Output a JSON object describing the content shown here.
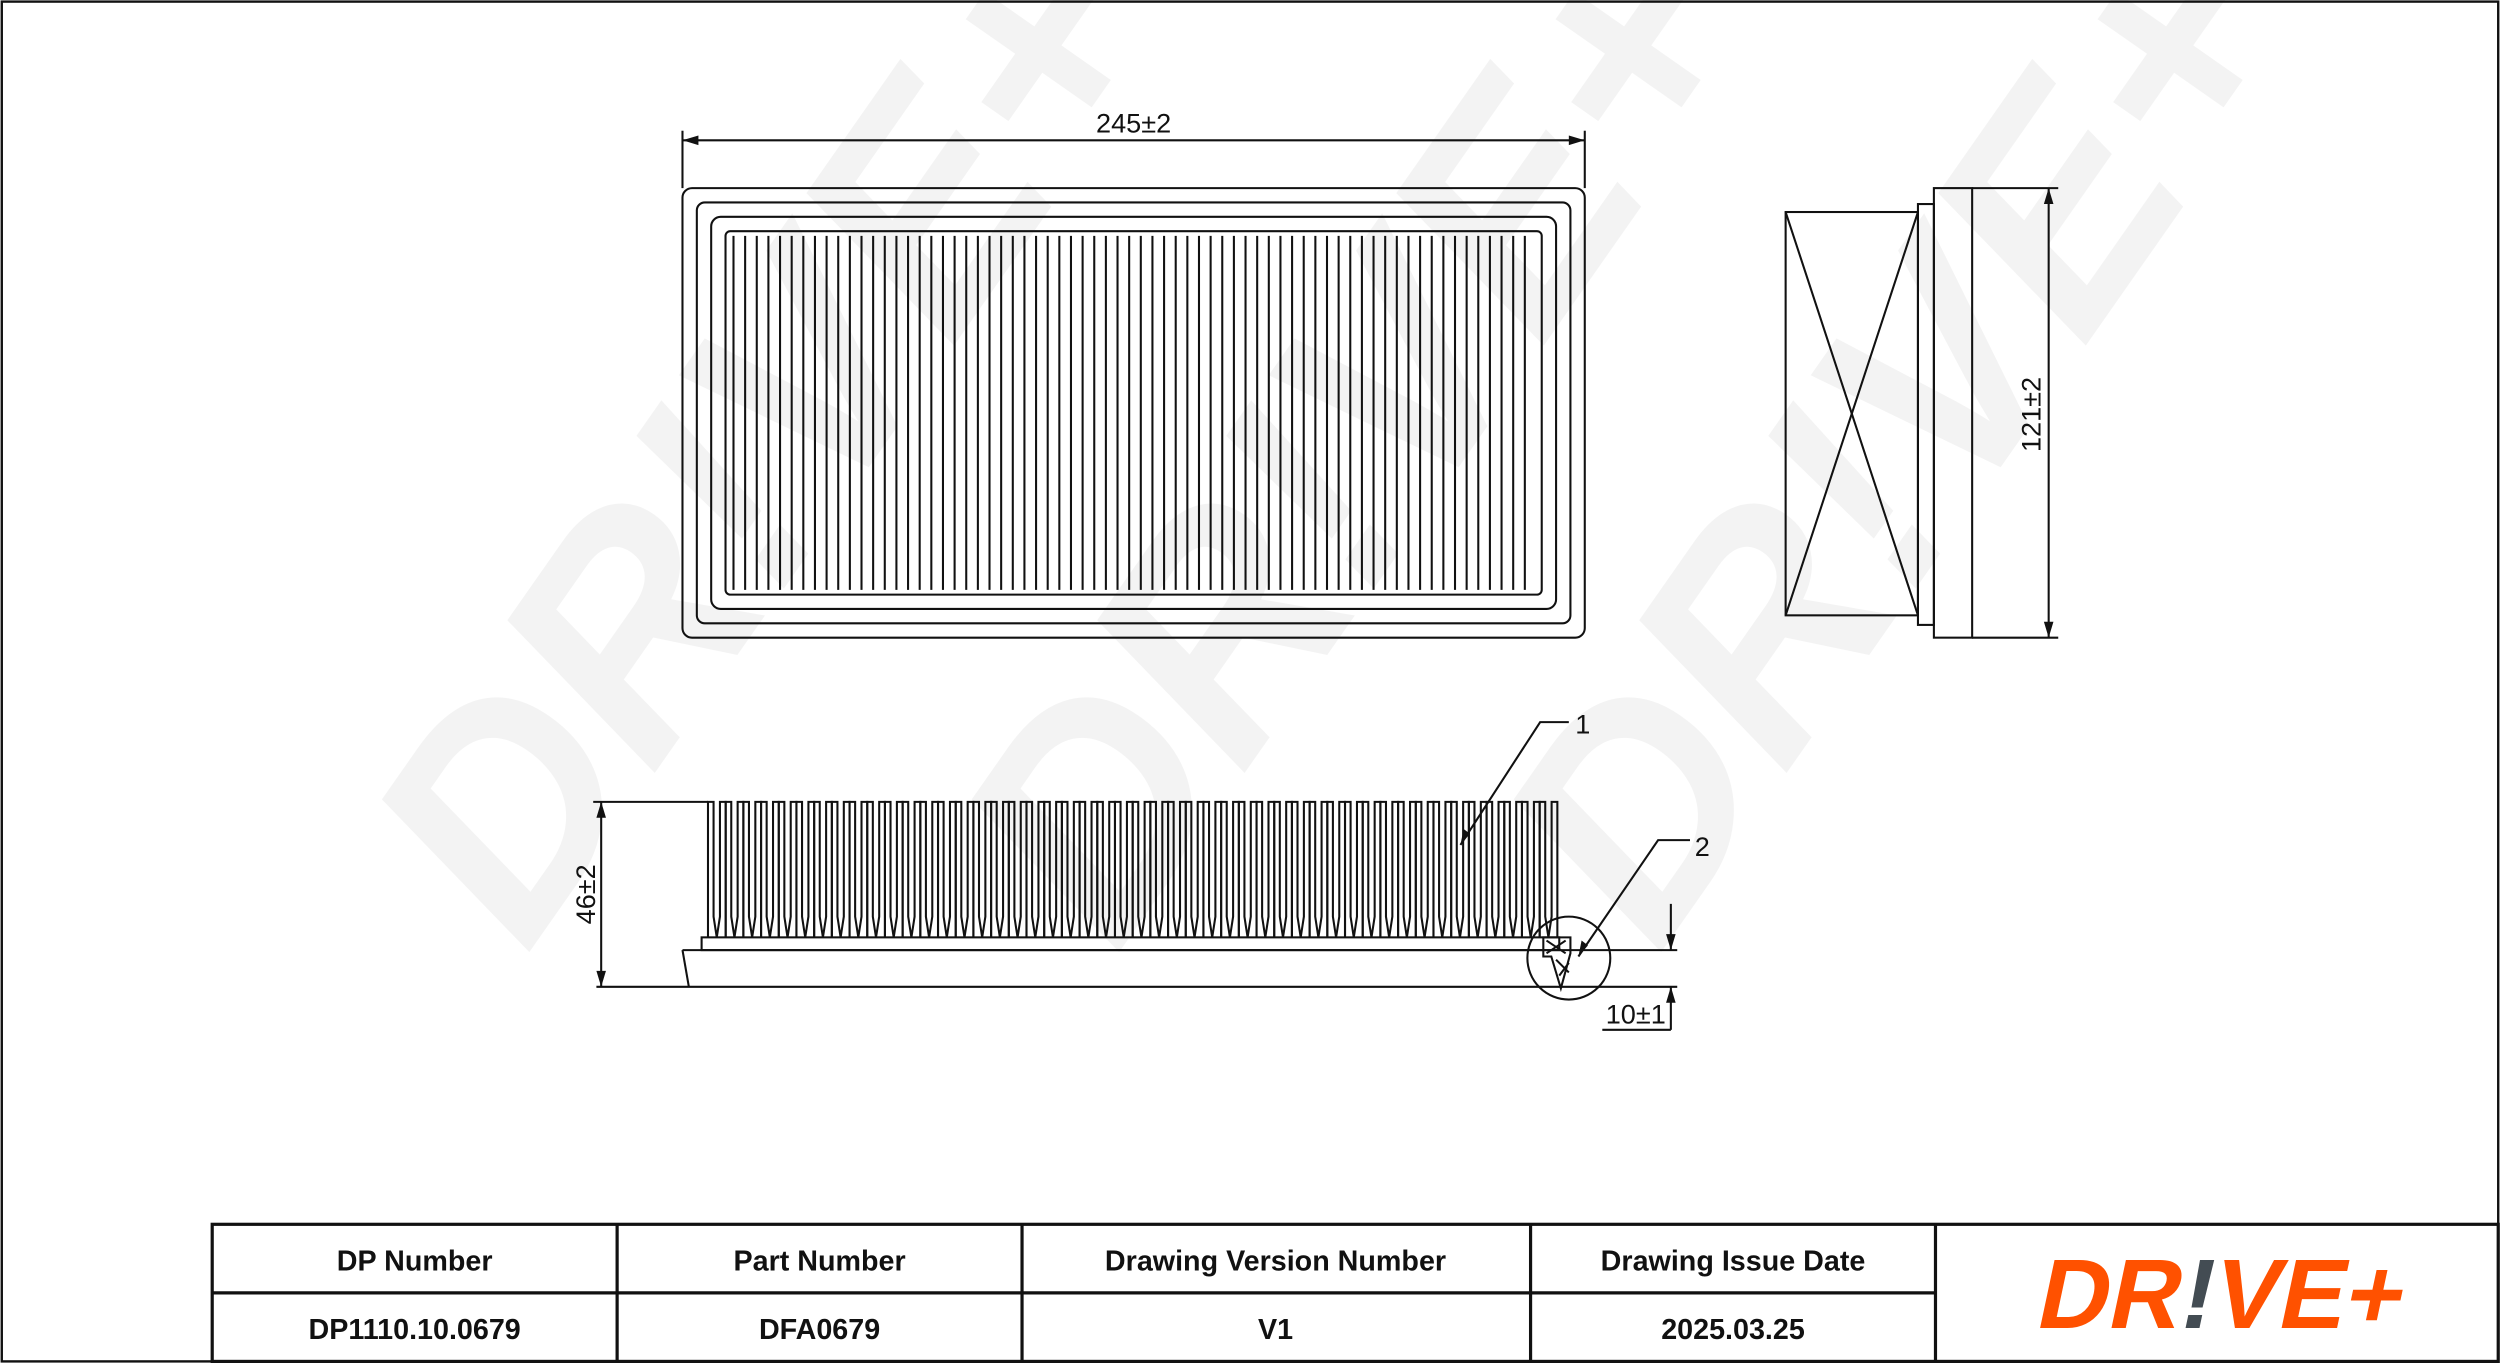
{
  "drawing": {
    "dimensions": {
      "length": "245±2",
      "width": "121±2",
      "height": "46±2",
      "frame_height": "10±1"
    },
    "callouts": [
      "1",
      "2"
    ],
    "watermark": "DR!VE+"
  },
  "title_block": {
    "headers": [
      "DP Number",
      "Part Number",
      "Drawing Version Number",
      "Drawing Issue Date"
    ],
    "values": [
      "DP1110.10.0679",
      "DFA0679",
      "V1",
      "2025.03.25"
    ]
  },
  "logo": {
    "text": "DR!VE+",
    "part1": "DR",
    "bang": "!",
    "part2": "VE+",
    "colors": {
      "primary": "#ff5100",
      "accent": "#434c53"
    }
  }
}
